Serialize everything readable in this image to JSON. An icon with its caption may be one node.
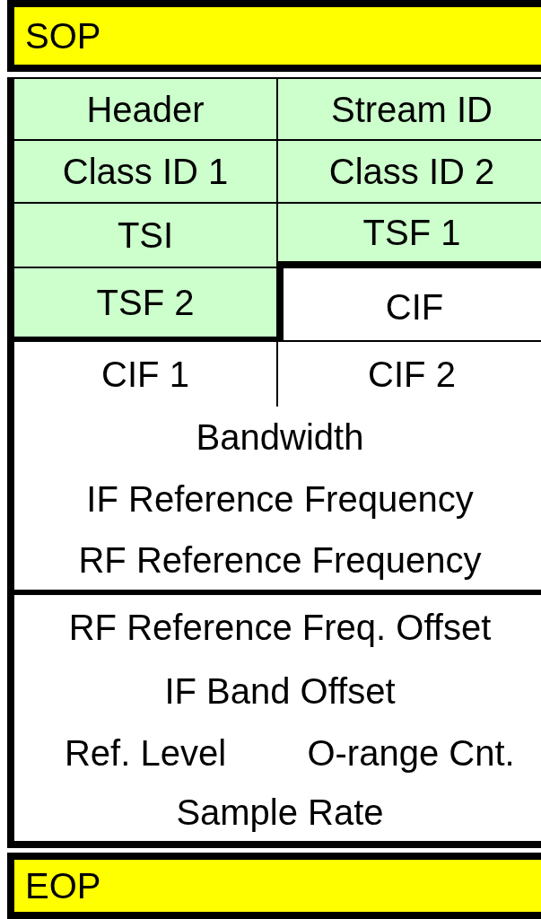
{
  "diagram": {
    "nodes": [
      {
        "text": [
          "SOP"
        ]
      },
      {
        "text": [
          "Header"
        ]
      },
      {
        "text": [
          "Stream ID"
        ]
      },
      {
        "text": [
          "Class ID 1"
        ]
      },
      {
        "text": [
          "Class ID 2"
        ]
      },
      {
        "text": [
          "TSI"
        ]
      },
      {
        "text": [
          "TSF 1"
        ]
      },
      {
        "text": [
          "TSF 2"
        ]
      },
      {
        "text": [
          "CIF"
        ]
      },
      {
        "text": [
          "CIF 1"
        ]
      },
      {
        "text": [
          "CIF 2"
        ]
      },
      {
        "text": [
          "Bandwidth"
        ]
      },
      {
        "text": [
          "IF Reference Frequency"
        ]
      },
      {
        "text": [
          "RF Reference Frequency"
        ]
      },
      {
        "text": [
          "RF Reference Freq. Offset"
        ]
      },
      {
        "text": [
          "IF Band Offset"
        ]
      },
      {
        "text": [
          "Ref. Level"
        ]
      },
      {
        "text": [
          "O-range Cnt."
        ]
      },
      {
        "text": [
          "Sample Rate"
        ]
      },
      {
        "text": [
          "EOP"
        ]
      }
    ]
  }
}
